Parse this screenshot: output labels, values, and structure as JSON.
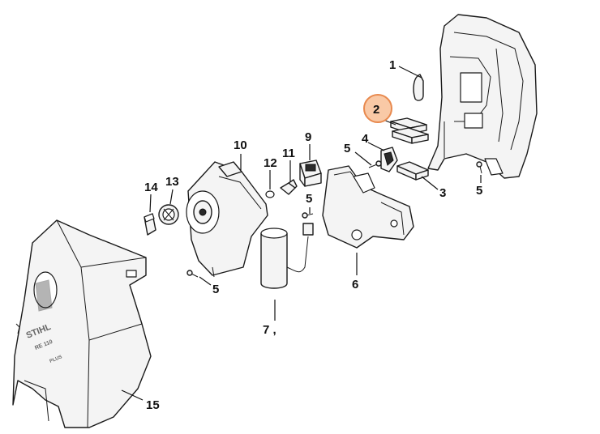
{
  "callouts": {
    "p1": "1",
    "p2": "2",
    "p3": "3",
    "p4": "4",
    "p5a": "5",
    "p5b": "5",
    "p5c": "5",
    "p5d": "5",
    "p6": "6",
    "p7": "7 ,",
    "p9": "9",
    "p10": "10",
    "p11": "11",
    "p12": "12",
    "p13": "13",
    "p14": "14",
    "p15": "15"
  },
  "housing_print": {
    "brand": "STIHL",
    "model": "RE 110",
    "variant": "PLUS"
  },
  "highlight_color": "#f9c9a6"
}
